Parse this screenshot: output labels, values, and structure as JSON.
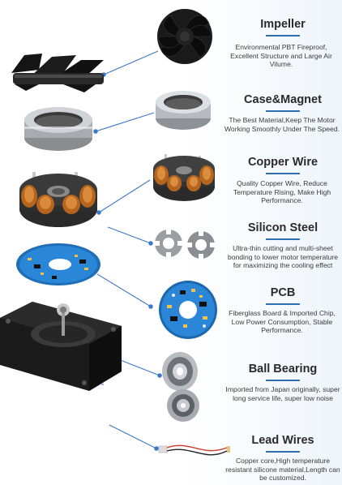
{
  "accent_color": "#2f6fb0",
  "leader_color": "#3c78c8",
  "components": [
    {
      "title": "Impeller",
      "description": "Environmental PBT Fireproof, Excellent Structure and Large Air Vilume.",
      "icon": "impeller-icon"
    },
    {
      "title": "Case&Magnet",
      "description": "The Best Material,Keep The Motor Working Smoothly Under The Speed.",
      "icon": "magnet-ring-icon"
    },
    {
      "title": "Copper Wire",
      "description": "Quality Copper Wire, Reduce Temperature Rising, Make High Performance.",
      "icon": "stator-coil-icon"
    },
    {
      "title": "Silicon Steel",
      "description": "Ultra-thin cutting and multi-sheet bonding to lower motor temperature for maximizing the cooling effect",
      "icon": "silicon-steel-icon"
    },
    {
      "title": "PCB",
      "description": "Fiberglass Board & Imported Chip, Low Power Consumption, Stable Performance.",
      "icon": "pcb-icon"
    },
    {
      "title": "Ball Bearing",
      "description": "Imported from Japan originally, super long service life, super low noise",
      "icon": "ball-bearing-icon"
    },
    {
      "title": "Lead Wires",
      "description": "Copper core,High temperature resistant silicone material,Length can be customized.",
      "icon": "lead-wires-icon"
    }
  ]
}
